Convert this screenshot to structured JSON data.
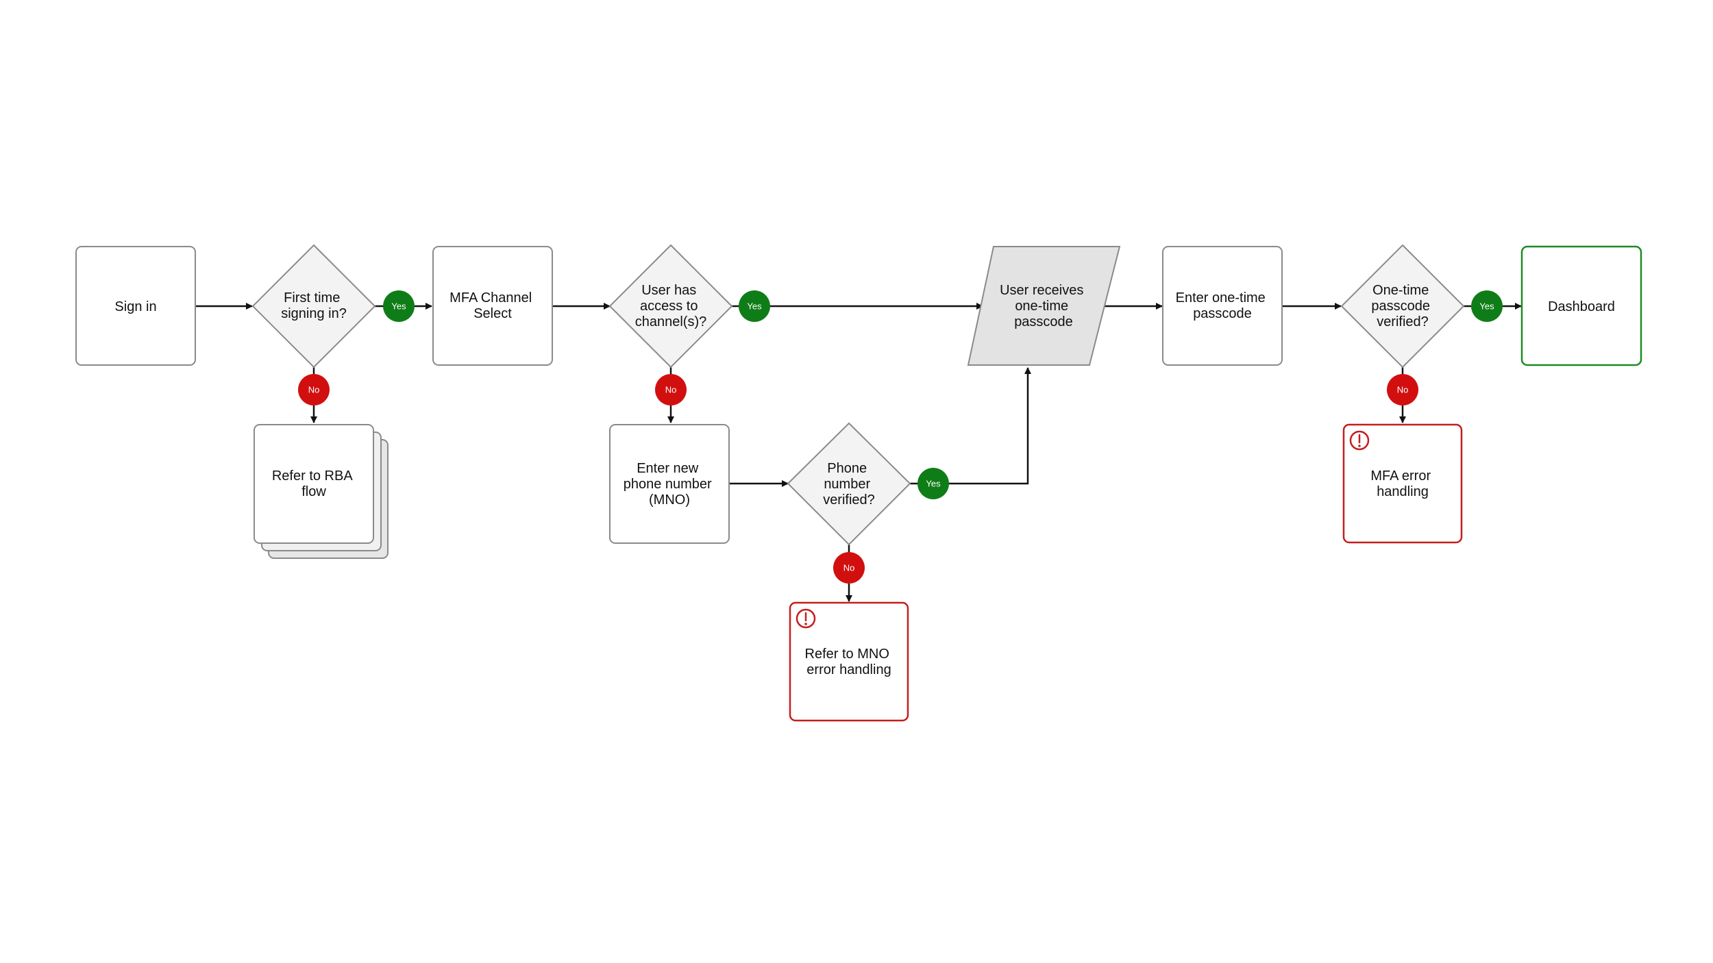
{
  "colors": {
    "yes_badge": "#0f7d17",
    "no_badge": "#d20f0f",
    "process_fill": "#ffffff",
    "decision_fill": "#f3f3f3",
    "io_fill": "#e3e3e3",
    "error_stroke": "#c41e1e",
    "success_stroke": "#1e8a24",
    "default_stroke": "#8a8a8a"
  },
  "icons": {
    "error": "exclamation-circle-icon"
  },
  "nodes": {
    "sign_in": {
      "lines": [
        "Sign in"
      ]
    },
    "first_time": {
      "lines": [
        "First time",
        "signing in?"
      ]
    },
    "mfa_channel_select": {
      "lines": [
        "MFA Channel",
        "Select"
      ]
    },
    "channel_access": {
      "lines": [
        "User has",
        "access to",
        "channel(s)?"
      ]
    },
    "receives_passcode": {
      "lines": [
        "User receives",
        "one-time",
        "passcode"
      ]
    },
    "enter_passcode": {
      "lines": [
        "Enter one-time",
        "passcode"
      ]
    },
    "passcode_verified": {
      "lines": [
        "One-time",
        "passcode",
        "verified?"
      ]
    },
    "dashboard": {
      "lines": [
        "Dashboard"
      ]
    },
    "rba_flow": {
      "lines": [
        "Refer to RBA",
        "flow"
      ]
    },
    "enter_phone": {
      "lines": [
        "Enter new",
        "phone number",
        "(MNO)"
      ]
    },
    "phone_verified": {
      "lines": [
        "Phone",
        "number",
        "verified?"
      ]
    },
    "mno_error": {
      "lines": [
        "Refer to MNO",
        "error handling"
      ]
    },
    "mfa_error": {
      "lines": [
        "MFA error",
        "handling"
      ]
    }
  },
  "badges": {
    "yes": "Yes",
    "no": "No"
  }
}
